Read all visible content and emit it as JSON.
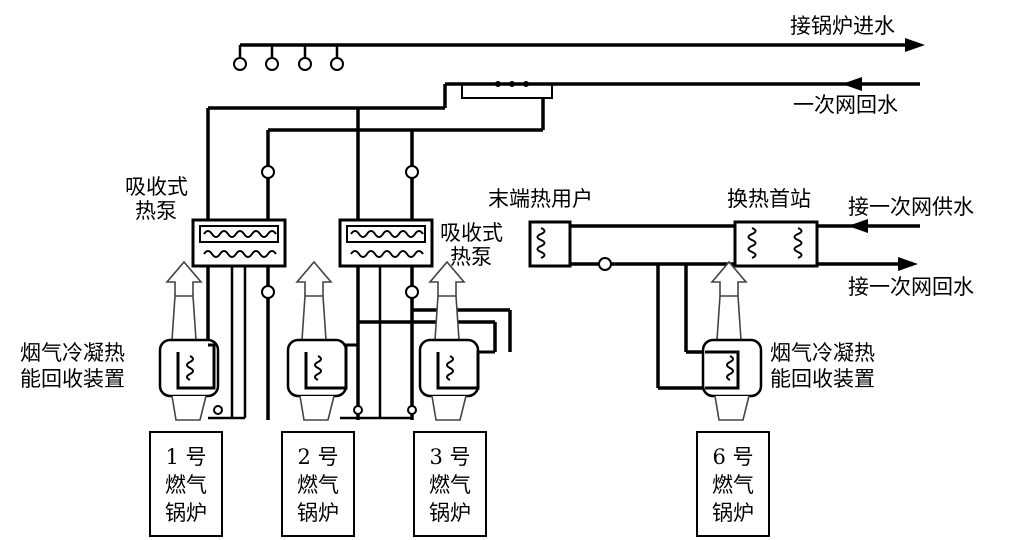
{
  "labels": {
    "boiler_inlet": "接锅炉进水",
    "primary_return_top": "一次网回水",
    "heat_pump_left_line1": "吸收式",
    "heat_pump_left_line2": "热泵",
    "heat_pump_right_line1": "吸收式",
    "heat_pump_right_line2": "热泵",
    "end_user": "末端热用户",
    "first_station": "换热首站",
    "primary_supply_in": "接一次网供水",
    "primary_return_out": "接一次网回水",
    "flue_recovery_left_line1": "烟气冷凝热",
    "flue_recovery_left_line2": "能回收装置",
    "flue_recovery_right_line1": "烟气冷凝热",
    "flue_recovery_right_line2": "能回收装置"
  },
  "boilers": [
    {
      "line1": "1 号",
      "line2": "燃气",
      "line3": "锅炉"
    },
    {
      "line1": "2 号",
      "line2": "燃气",
      "line3": "锅炉"
    },
    {
      "line1": "3 号",
      "line2": "燃气",
      "line3": "锅炉"
    },
    {
      "line1": "6 号",
      "line2": "燃气",
      "line3": "锅炉"
    }
  ],
  "icons": {
    "valve": "valve-icon",
    "flow_arrow": "arrow-icon",
    "exhaust": "exhaust-arrow-icon",
    "coil": "coil-icon"
  }
}
